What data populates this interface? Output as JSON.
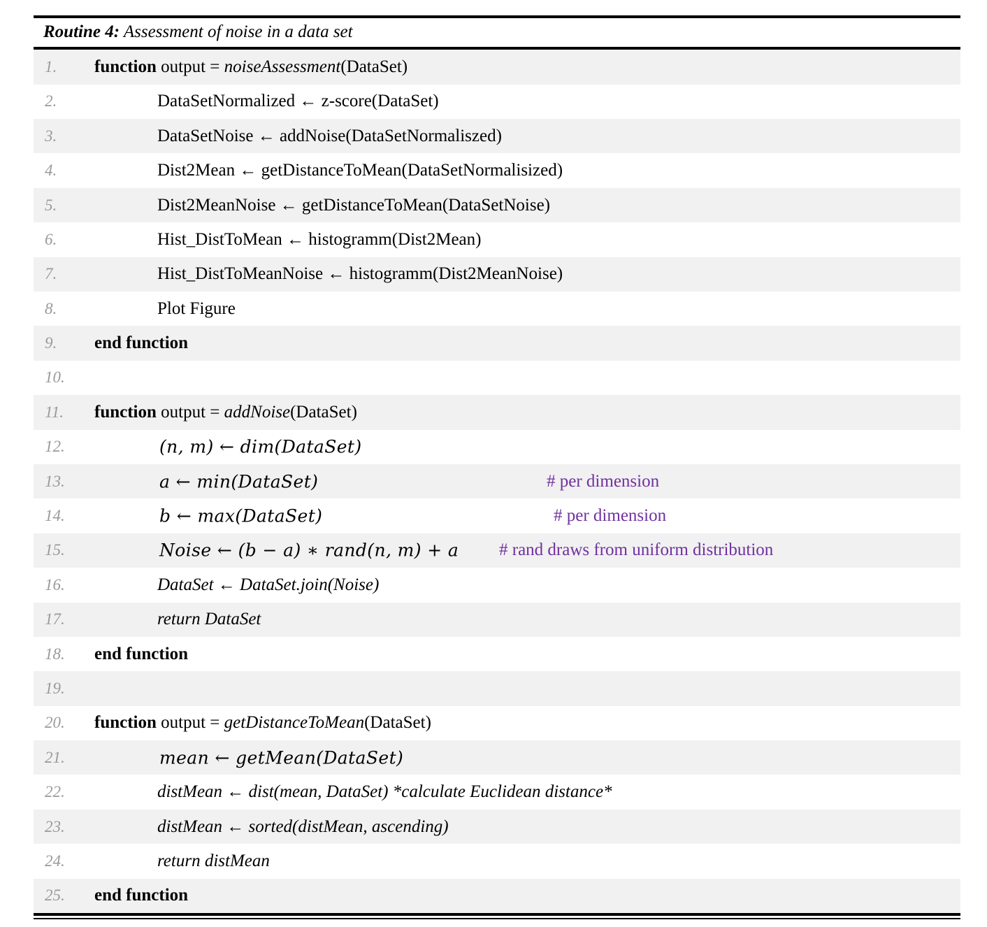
{
  "header": {
    "label": "Routine 4:",
    "title": " Assessment of noise in a data set"
  },
  "colors": {
    "comment_purple": "#7030A0",
    "line_number_gray": "#9A9A9A",
    "row_shade": "#F1F1F1",
    "rule_black": "#000000"
  },
  "lines": [
    {
      "n": "1.",
      "indent": 0,
      "style": "mixed",
      "text": "function output = noiseAssessment(DataSet)",
      "tokens": [
        {
          "t": "function",
          "s": "kw"
        },
        {
          "t": " output = ",
          "s": "plain"
        },
        {
          "t": "noiseAssessment",
          "s": "it"
        },
        {
          "t": "(DataSet)",
          "s": "plain"
        }
      ]
    },
    {
      "n": "2.",
      "indent": 1,
      "style": "plain",
      "text": "DataSetNormalized ← z-score(DataSet)"
    },
    {
      "n": "3.",
      "indent": 1,
      "style": "plain",
      "text": "DataSetNoise ← addNoise(DataSetNormaliszed)"
    },
    {
      "n": "4.",
      "indent": 1,
      "style": "plain",
      "text": "Dist2Mean ← getDistanceToMean(DataSetNormalisized)"
    },
    {
      "n": "5.",
      "indent": 1,
      "style": "plain",
      "text": "Dist2MeanNoise ← getDistanceToMean(DataSetNoise)"
    },
    {
      "n": "6.",
      "indent": 1,
      "style": "plain",
      "text": "Hist_DistToMean ← histogramm(Dist2Mean)"
    },
    {
      "n": "7.",
      "indent": 1,
      "style": "plain",
      "text": "Hist_DistToMeanNoise ← histogramm(Dist2MeanNoise)"
    },
    {
      "n": "8.",
      "indent": 1,
      "style": "plain",
      "text": "Plot Figure"
    },
    {
      "n": "9.",
      "indent": 0,
      "style": "kw",
      "text": "end function"
    },
    {
      "n": "10.",
      "indent": 0,
      "style": "plain",
      "text": ""
    },
    {
      "n": "11.",
      "indent": 0,
      "style": "mixed",
      "text": "function output = addNoise(DataSet)",
      "tokens": [
        {
          "t": "function",
          "s": "kw"
        },
        {
          "t": " output = ",
          "s": "plain"
        },
        {
          "t": "addNoise",
          "s": "it"
        },
        {
          "t": "(DataSet)",
          "s": "plain"
        }
      ]
    },
    {
      "n": "12.",
      "indent": 1,
      "style": "math",
      "text": "(n, m) ← dim(DataSet)"
    },
    {
      "n": "13.",
      "indent": 1,
      "style": "math",
      "text": "a ← min(DataSet)",
      "comment": "# per dimension",
      "comment_pos": "c13"
    },
    {
      "n": "14.",
      "indent": 1,
      "style": "math",
      "text": "b ← max(DataSet)",
      "comment": "# per dimension",
      "comment_pos": "c14"
    },
    {
      "n": "15.",
      "indent": 1,
      "style": "math",
      "text": "Noise ← (b − a) ∗ rand(n, m) + a",
      "comment": "# rand draws from uniform distribution",
      "comment_pos": "c15"
    },
    {
      "n": "16.",
      "indent": 1,
      "style": "italic",
      "text": "DataSet ← DataSet.join(Noise)"
    },
    {
      "n": "17.",
      "indent": 1,
      "style": "italic",
      "text": "return DataSet"
    },
    {
      "n": "18.",
      "indent": 0,
      "style": "kw",
      "text": "end function"
    },
    {
      "n": "19.",
      "indent": 0,
      "style": "plain",
      "text": ""
    },
    {
      "n": "20.",
      "indent": 0,
      "style": "mixed",
      "text": "function output = getDistanceToMean(DataSet)",
      "tokens": [
        {
          "t": "function",
          "s": "kw"
        },
        {
          "t": " output = ",
          "s": "plain"
        },
        {
          "t": "getDistanceToMean",
          "s": "it"
        },
        {
          "t": "(DataSet)",
          "s": "plain"
        }
      ]
    },
    {
      "n": "21.",
      "indent": 1,
      "style": "math",
      "text": "mean ← getMean(DataSet)"
    },
    {
      "n": "22.",
      "indent": 1,
      "style": "italic",
      "text": "distMean ← dist(mean, DataSet) *calculate Euclidean distance*"
    },
    {
      "n": "23.",
      "indent": 1,
      "style": "italic",
      "text": "distMean ← sorted(distMean, ascending)"
    },
    {
      "n": "24.",
      "indent": 1,
      "style": "italic",
      "text": "return distMean"
    },
    {
      "n": "25.",
      "indent": 0,
      "style": "kw",
      "text": "end function"
    }
  ]
}
